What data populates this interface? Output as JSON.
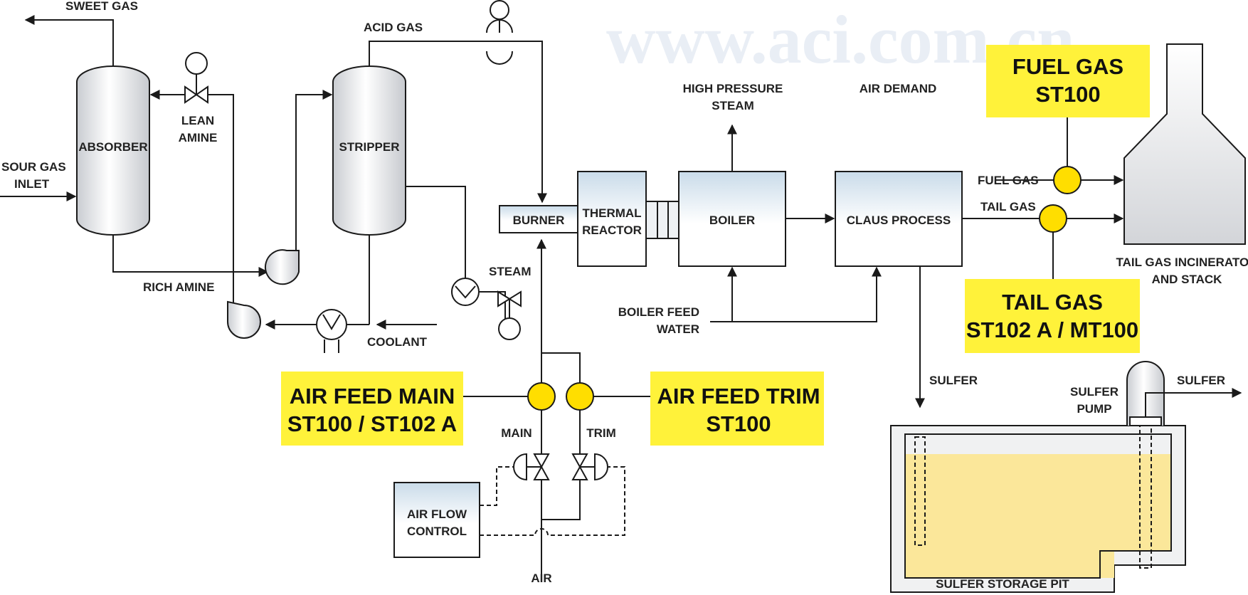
{
  "watermark": "www.aci.com.cn",
  "labels": {
    "sweet_gas": "SWEET GAS",
    "acid_gas": "ACID GAS",
    "absorber": "ABSORBER",
    "lean_amine_1": "LEAN",
    "lean_amine_2": "AMINE",
    "stripper": "STRIPPER",
    "sour_gas_1": "SOUR GAS",
    "sour_gas_2": "INLET",
    "rich_amine": "RICH AMINE",
    "coolant": "COOLANT",
    "steam": "STEAM",
    "burner": "BURNER",
    "thermal_1": "THERMAL",
    "thermal_2": "REACTOR",
    "hp_steam_1": "HIGH PRESSURE",
    "hp_steam_2": "STEAM",
    "boiler": "BOILER",
    "air_demand": "AIR DEMAND",
    "claus": "CLAUS PROCESS",
    "fuel_gas": "FUEL GAS",
    "tail_gas": "TAIL GAS",
    "incinerator_1": "TAIL GAS INCINERATOR",
    "incinerator_2": "AND STACK",
    "bfw_1": "BOILER FEED",
    "bfw_2": "WATER",
    "sulfer": "SULFER",
    "sulfer_out": "SULFER",
    "sulfer_pump_1": "SULFER",
    "sulfer_pump_2": "PUMP",
    "storage_pit": "SULFER STORAGE PIT",
    "main": "MAIN",
    "trim": "TRIM",
    "air_flow_1": "AIR FLOW",
    "air_flow_2": "CONTROL",
    "air": "AIR"
  },
  "callouts": {
    "fuel_gas_1": "FUEL GAS",
    "fuel_gas_2": "ST100",
    "tail_gas_1": "TAIL GAS",
    "tail_gas_2": "ST102 A / MT100",
    "air_main_1": "AIR FEED MAIN",
    "air_main_2": "ST100 / ST102 A",
    "air_trim_1": "AIR FEED TRIM",
    "air_trim_2": "ST100"
  },
  "colors": {
    "callout_bg": "#fff23a",
    "sensor": "#ffde00",
    "sulfer_fill": "#fbe79a",
    "vessel": "#d5d9de"
  }
}
